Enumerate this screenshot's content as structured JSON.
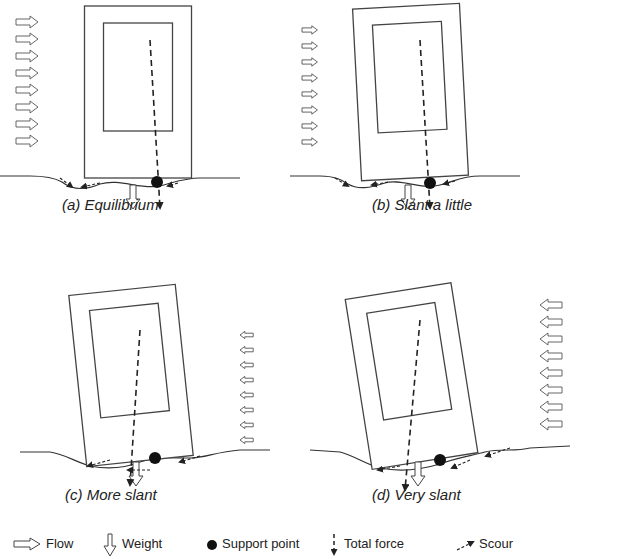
{
  "diagram": {
    "labels": [
      "(a) Equilibrium",
      "(b) Slant a little",
      "(c) More slant",
      "(d) Very slant"
    ],
    "legend": [
      {
        "text": "Flow"
      },
      {
        "text": "Weight"
      },
      {
        "text": "Support point"
      },
      {
        "text": "Total force"
      },
      {
        "text": "Scour"
      }
    ]
  }
}
